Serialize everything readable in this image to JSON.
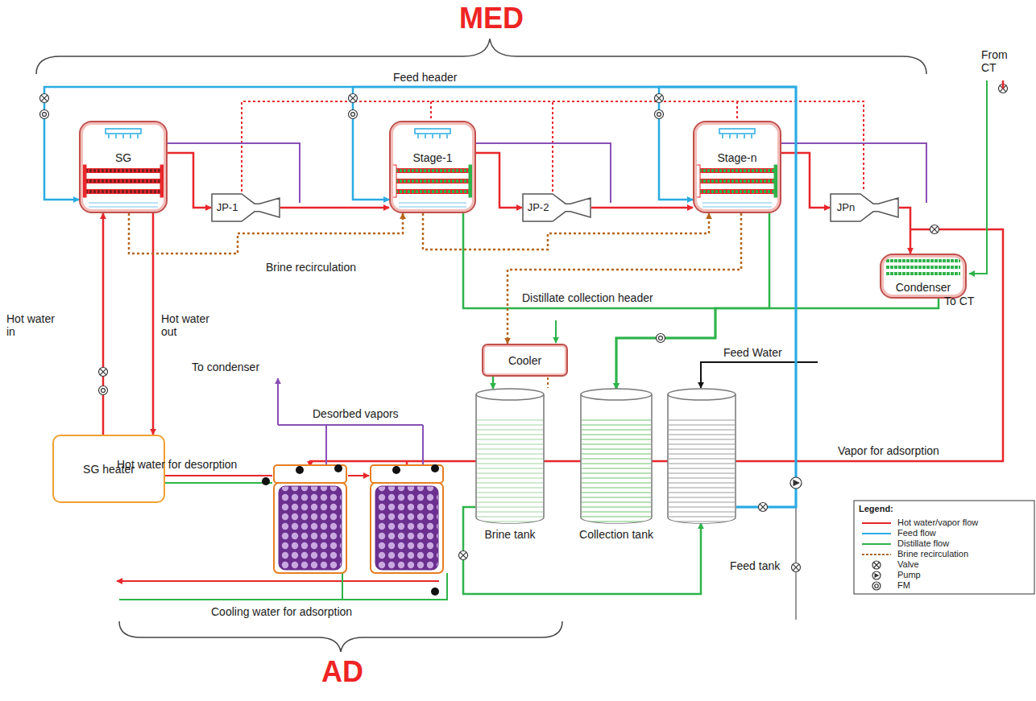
{
  "diagram": {
    "nodes": [
      {
        "text": [
          "SG"
        ]
      },
      {
        "text": [
          "JP-1"
        ]
      },
      {
        "text": [
          "Stage-1"
        ]
      },
      {
        "text": [
          "JP-2"
        ]
      },
      {
        "text": [
          "Stage-n"
        ]
      },
      {
        "text": [
          "JPn"
        ]
      },
      {
        "text": [
          "Condenser"
        ]
      },
      {
        "text": [
          "SG heater"
        ]
      },
      {
        "text": [
          "Cooler"
        ]
      },
      {
        "text": [
          "Brine tank"
        ]
      },
      {
        "text": [
          "Collection tank"
        ]
      },
      {
        "text": [
          "Feed tank"
        ]
      }
    ],
    "edges": [
      {
        "from": 7,
        "to": 0,
        "arrow": "to"
      },
      {
        "from": 0,
        "to": 7,
        "arrow": "to"
      },
      {
        "from": 0,
        "to": 1,
        "arrow": "to"
      },
      {
        "from": 1,
        "to": 2,
        "arrow": "to"
      },
      {
        "from": 2,
        "to": 3,
        "arrow": "to"
      },
      {
        "from": 3,
        "to": 4,
        "arrow": "to"
      },
      {
        "from": 4,
        "to": 5,
        "arrow": "to"
      },
      {
        "from": 5,
        "to": 6,
        "arrow": "to"
      },
      {
        "from": 2,
        "to": 10,
        "arrow": "to"
      },
      {
        "from": 4,
        "to": 10,
        "arrow": "to"
      },
      {
        "from": 6,
        "to": 10,
        "arrow": "to"
      },
      {
        "from": 8,
        "to": 9,
        "arrow": "to"
      },
      {
        "from": 9,
        "to": 11,
        "arrow": "to"
      },
      {
        "from": 11,
        "to": 0,
        "arrow": "to"
      },
      {
        "from": 11,
        "to": 2,
        "arrow": "to"
      },
      {
        "from": 11,
        "to": 4,
        "arrow": "to"
      },
      {
        "from": 0,
        "to": 2,
        "arrow": "to"
      },
      {
        "from": 2,
        "to": 4,
        "arrow": "to"
      },
      {
        "from": 4,
        "to": 8,
        "arrow": "to"
      }
    ],
    "labels": [
      "MED",
      "Feed header",
      "Hot water in",
      "Hot water out",
      "Brine recirculation",
      "From CT",
      "Distillate collection header",
      "To CT",
      "Feed Water",
      "To condenser",
      "Desorbed vapors",
      "Hot water for desorption",
      "Vapor for adsorption",
      "Cooling water for adsorption",
      "AD",
      "Legend:"
    ],
    "legend": [
      {
        "text": "Hot water/vapor flow"
      },
      {
        "text": "Feed flow"
      },
      {
        "text": "Distillate flow"
      },
      {
        "text": "Brine recirculation"
      },
      {
        "text": "Valve"
      },
      {
        "text": "Pump"
      },
      {
        "text": "FM"
      }
    ]
  }
}
